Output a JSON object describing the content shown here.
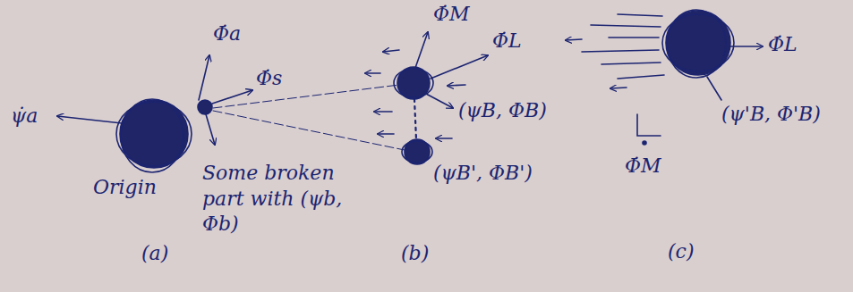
{
  "diagram": {
    "labels": [
      "ψ̇a",
      "Φ̇a",
      "Φ̇s",
      "Origin",
      "Some broken part with (ψb, Φb)",
      "(a)",
      "Φ̇M",
      "Φ̇L",
      "(ψB, ΦB)",
      "(ψB', ΦB')",
      "(b)",
      "Φ̇L",
      "(ψ'B, Φ'B)",
      "Φ̇M",
      "(c)"
    ]
  }
}
